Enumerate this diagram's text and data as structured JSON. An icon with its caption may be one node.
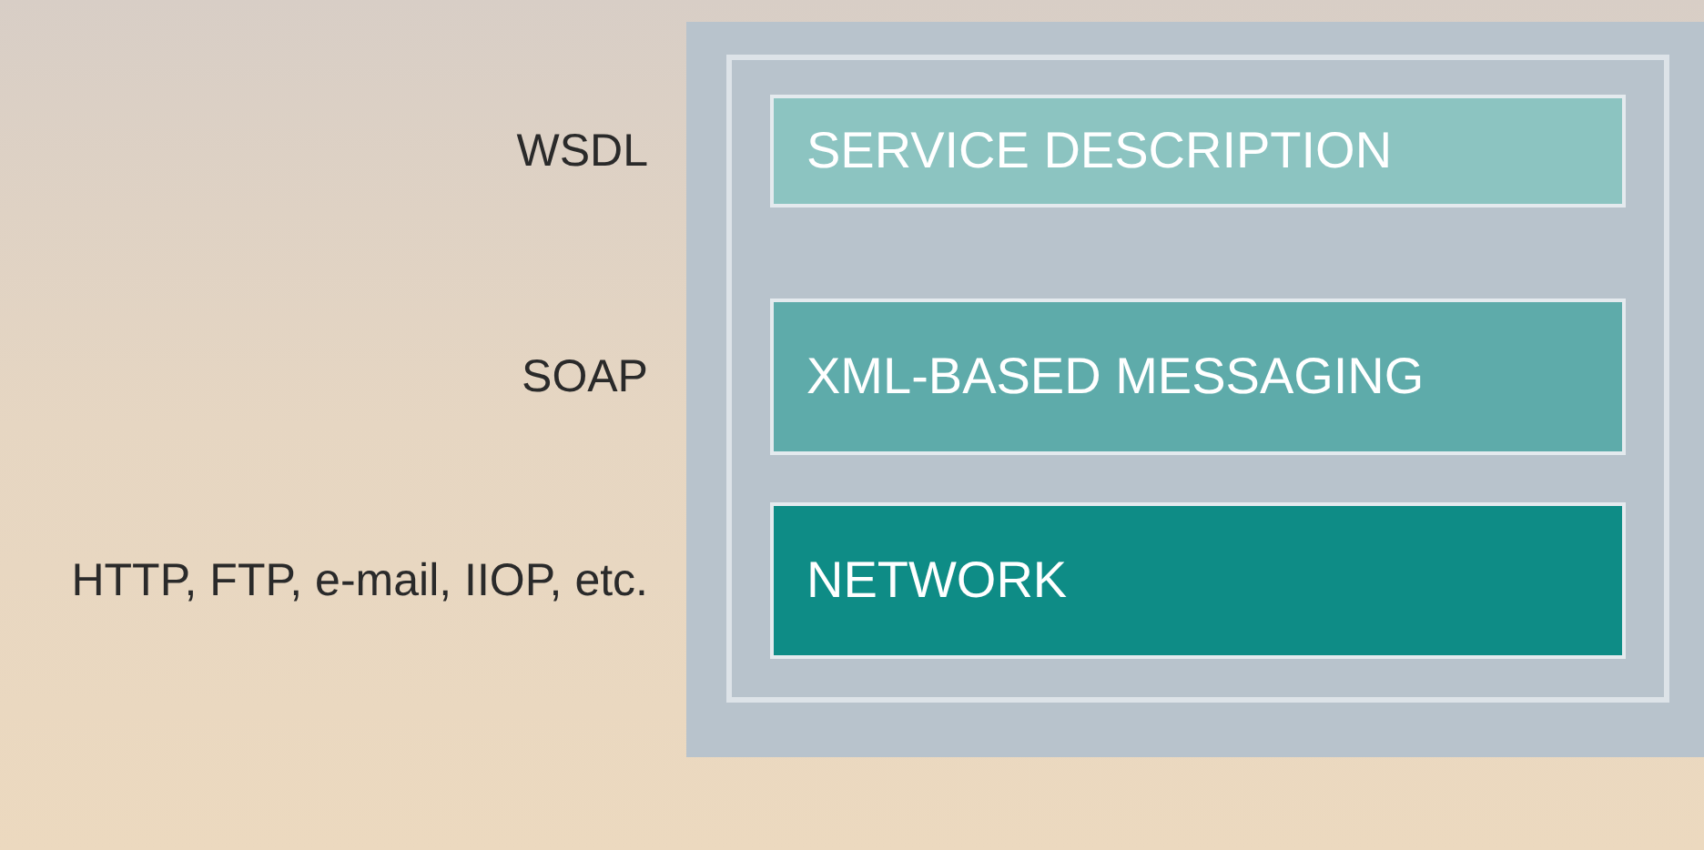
{
  "diagram": {
    "nodes": [
      {
        "text": [],
        "shape": "box"
      },
      {
        "text": [
          "SERVICE DESCRIPTION"
        ],
        "in": 0,
        "beside": [
          "WSDL"
        ]
      },
      {
        "text": [
          "XML-BASED MESSAGING"
        ],
        "in": 0,
        "beside": [
          "SOAP"
        ]
      },
      {
        "text": [
          "NETWORK"
        ],
        "in": 0,
        "beside": [
          "HTTP, FTP, e-mail, IIOP, etc."
        ]
      }
    ],
    "edges": []
  }
}
